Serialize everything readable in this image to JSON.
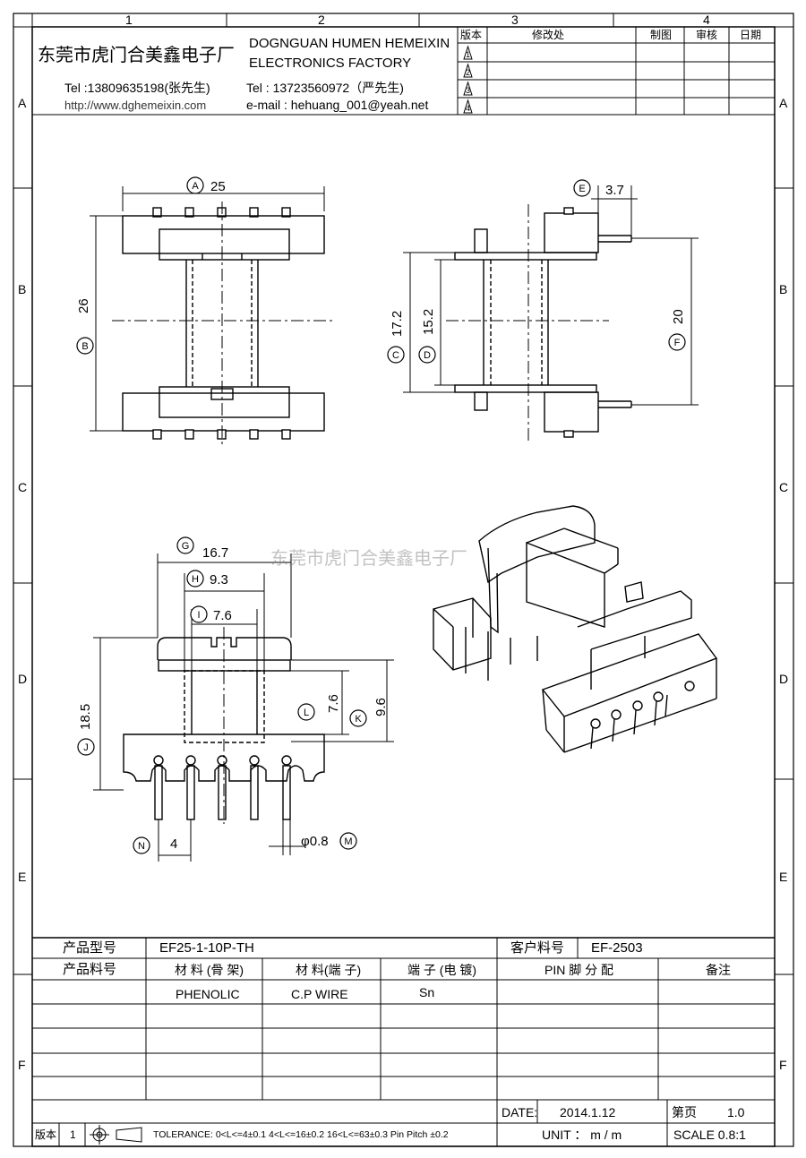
{
  "frame": {
    "columns": [
      "1",
      "2",
      "3",
      "4"
    ],
    "rows": [
      "A",
      "B",
      "C",
      "D",
      "E",
      "F"
    ]
  },
  "company": {
    "name_cn": "东莞市虎门合美鑫电子厂",
    "name_en_line1": "DOGNGUAN HUMEN HEMEIXIN",
    "name_en_line2": "ELECTRONICS FACTORY",
    "tel1": "Tel :13809635198(张先生)",
    "tel2": "Tel : 13723560972（严先生)",
    "website": "http://www.dghemeixin.com",
    "email": "e-mail : hehuang_001@yeah.net"
  },
  "revision_table": {
    "headers": [
      "版本",
      "修改处",
      "制图",
      "审核",
      "日期"
    ],
    "revisions": [
      "1",
      "2",
      "3",
      "4"
    ]
  },
  "dimensions": {
    "A": "25",
    "B": "26",
    "C": "17.2",
    "D": "15.2",
    "E": "3.7",
    "F": "20",
    "G": "16.7",
    "H": "9.3",
    "I": "7.6",
    "J": "18.5",
    "K": "9.6",
    "L": "7.6",
    "M": "φ0.8",
    "N": "4"
  },
  "watermark": "东莞市虎门合美鑫电子厂",
  "spec_table": {
    "model_label": "产品型号",
    "model_value": "EF25-1-10P-TH",
    "customer_pn_label": "客户料号",
    "customer_pn_value": "EF-2503",
    "part_no_label": "产品料号",
    "col_bobbin": "材 料 (骨 架)",
    "col_terminal": "材 料(端 子)",
    "col_plating": "端 子 (电 镀)",
    "col_pin": "PIN 脚 分 配",
    "col_note": "备注",
    "bobbin_value": "PHENOLIC",
    "terminal_value": "C.P WIRE",
    "plating_value": "Sn",
    "date_label": "DATE:",
    "date_value": "2014.1.12",
    "page_label": "第页",
    "page_value": "1.0",
    "version_label": "版本",
    "version_value": "1",
    "tolerance": "TOLERANCE:  0<L<=4±0.1  4<L<=16±0.2  16<L<=63±0.3  Pin Pitch  ±0.2",
    "unit": "UNIT ： m / m",
    "scale": "SCALE   0.8:1"
  }
}
